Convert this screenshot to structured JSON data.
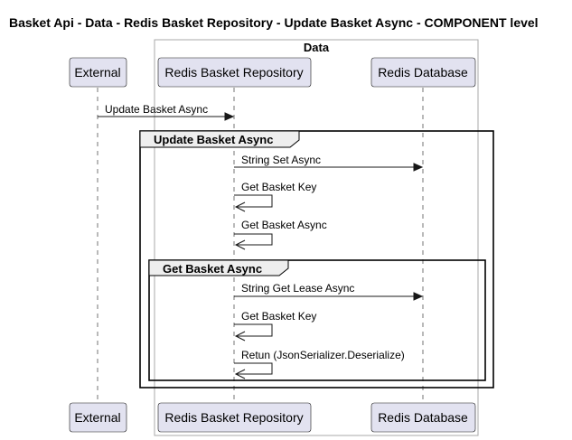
{
  "title": "Basket Api - Data - Redis Basket Repository - Update Basket Async - COMPONENT level",
  "box": {
    "label": "Data"
  },
  "participants": [
    {
      "label": "External"
    },
    {
      "label": "Redis Basket Repository"
    },
    {
      "label": "Redis Database"
    }
  ],
  "groups": [
    {
      "label": "Update Basket Async"
    },
    {
      "label": "Get Basket Async"
    }
  ],
  "messages": [
    {
      "label": "Update Basket Async",
      "from": "External",
      "to": "Redis Basket Repository"
    },
    {
      "label": "String Set Async",
      "from": "Redis Basket Repository",
      "to": "Redis Database"
    },
    {
      "label": "Get Basket Key",
      "from": "Redis Basket Repository",
      "to": "Redis Basket Repository"
    },
    {
      "label": "Get Basket Async",
      "from": "Redis Basket Repository",
      "to": "Redis Basket Repository"
    },
    {
      "label": "String Get Lease Async",
      "from": "Redis Basket Repository",
      "to": "Redis Database"
    },
    {
      "label": "Get Basket Key",
      "from": "Redis Basket Repository",
      "to": "Redis Basket Repository"
    },
    {
      "label": "Retun (JsonSerializer.Deserialize)",
      "from": "Redis Basket Repository",
      "to": "Redis Basket Repository"
    }
  ]
}
